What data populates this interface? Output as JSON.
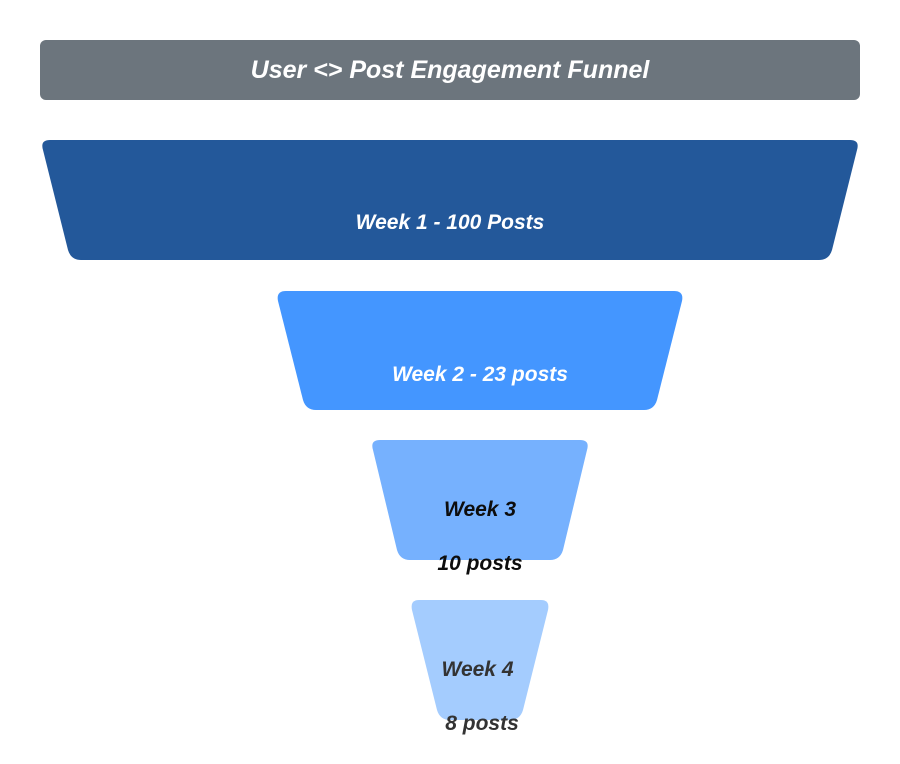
{
  "title": {
    "text": "User <> Post Engagement Funnel",
    "bg_color": "#6c757d"
  },
  "stages": [
    {
      "line1": "Week 1 - 100 Posts",
      "line2": "",
      "color": "#23589a",
      "text_color": "#ffffff"
    },
    {
      "line1": "Week 2 - 23 posts",
      "line2": "",
      "color": "#4496ff",
      "text_color": "#ffffff"
    },
    {
      "line1": "Week 3",
      "line2": "10 posts",
      "color": "#76b1fe",
      "text_color": "#0d0d0d"
    },
    {
      "line1": "Week 4",
      "line2": "8 posts",
      "color": "#a4ccfe",
      "text_color": "#333333"
    }
  ]
}
